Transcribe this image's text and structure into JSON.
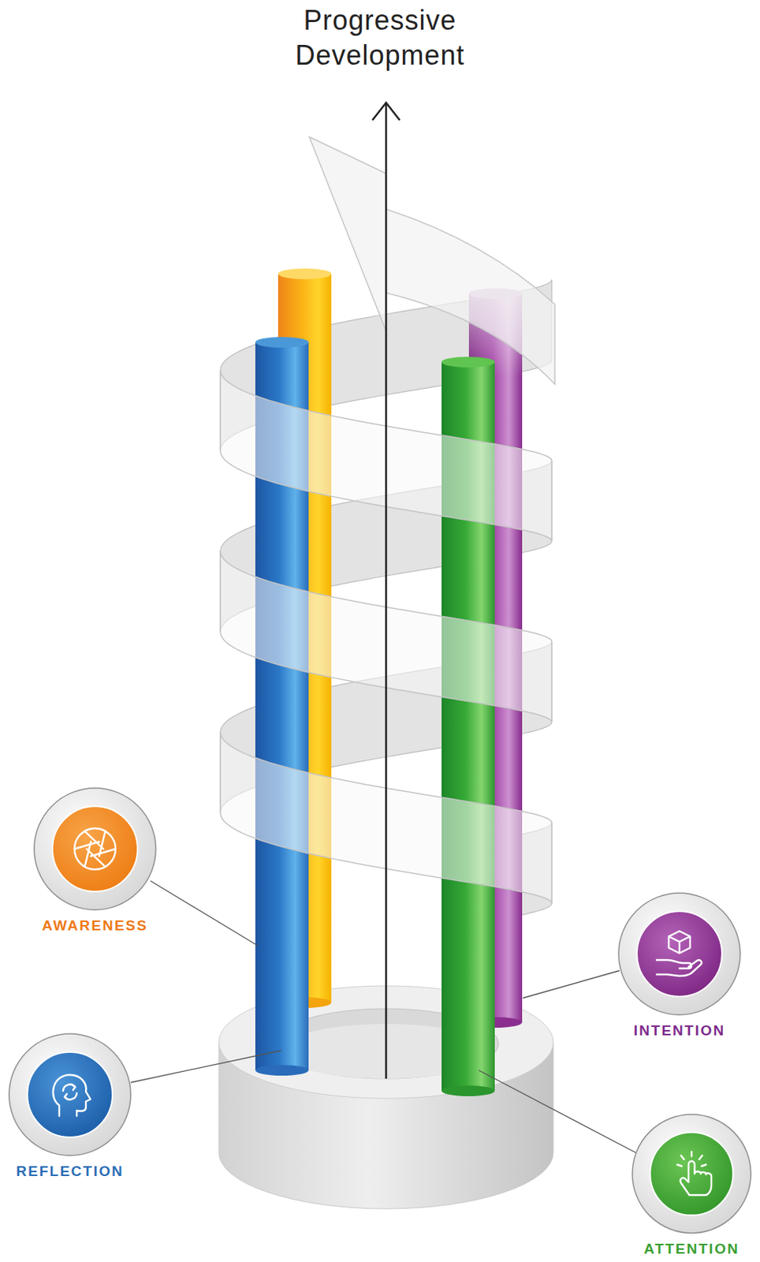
{
  "diagram": {
    "title": "Progressive Development",
    "nodes": [
      {
        "text": [
          "AWARENESS"
        ]
      },
      {
        "text": [
          "INTENTION"
        ]
      },
      {
        "text": [
          "REFLECTION"
        ]
      },
      {
        "text": [
          "ATTENTION"
        ]
      }
    ]
  }
}
